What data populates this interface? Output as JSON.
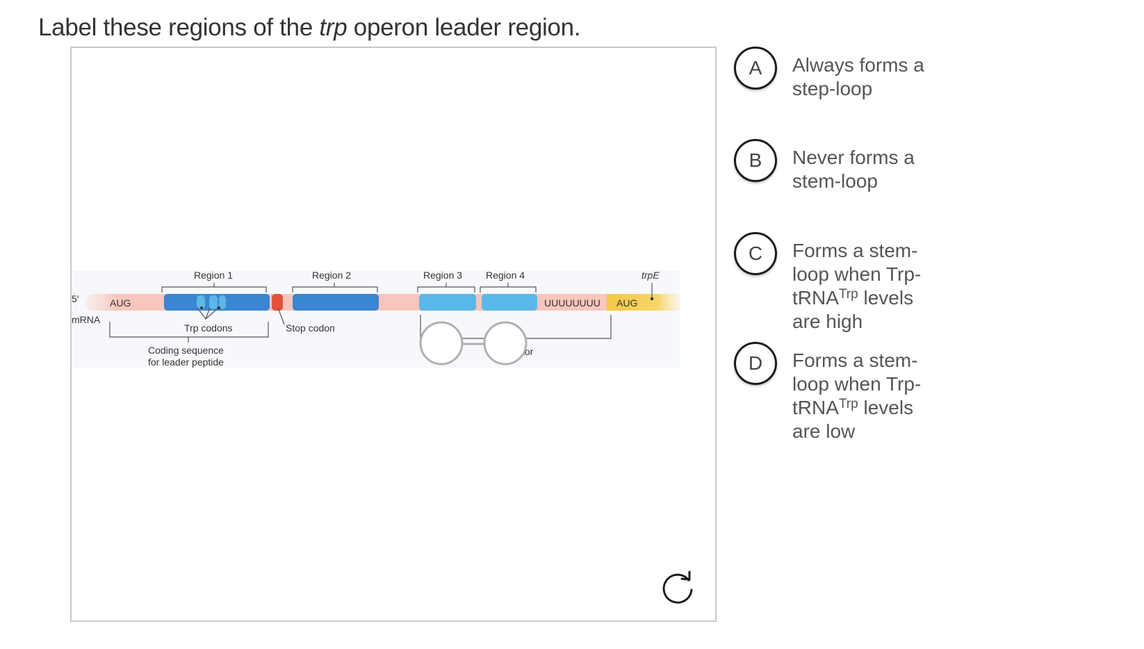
{
  "question": {
    "prefix": "Label these regions of the ",
    "italic": "trp",
    "suffix": " operon leader region."
  },
  "diagram": {
    "five_prime": "5′",
    "mrna": "mRNA",
    "aug_start": "AUG",
    "region1": "Region 1",
    "region2": "Region 2",
    "region3": "Region 3",
    "region4": "Region 4",
    "trpE": "trpE",
    "uuu": "UUUUUUUU",
    "aug_trpE": "AUG",
    "trp_codons": "Trp codons",
    "stop_codon": "Stop codon",
    "coding_line1": "Coding sequence",
    "coding_line2": "for leader peptide",
    "attenuator_fragment": "tor"
  },
  "reset_icon": "refresh-icon",
  "choices": [
    {
      "letter": "A",
      "lines": [
        "Always forms a",
        "step-loop"
      ]
    },
    {
      "letter": "B",
      "lines": [
        "Never forms a",
        "stem-loop"
      ]
    },
    {
      "letter": "C",
      "lines": [
        "Forms a stem-",
        "loop when Trp-",
        "tRNA",
        "Trp",
        " levels",
        "are high"
      ]
    },
    {
      "letter": "D",
      "lines": [
        "Forms a stem-",
        "loop when Trp-",
        "tRNA",
        "Trp",
        " levels",
        "are low"
      ]
    }
  ],
  "colors": {
    "region_blue": "#3a86d0",
    "light_blue": "#5ab8e8",
    "mrna_pink": "#f7c6bd",
    "stop_red": "#e0533a",
    "trpE_yellow": "#f5c842",
    "drop_zone_grey": "#b0b0b0"
  }
}
